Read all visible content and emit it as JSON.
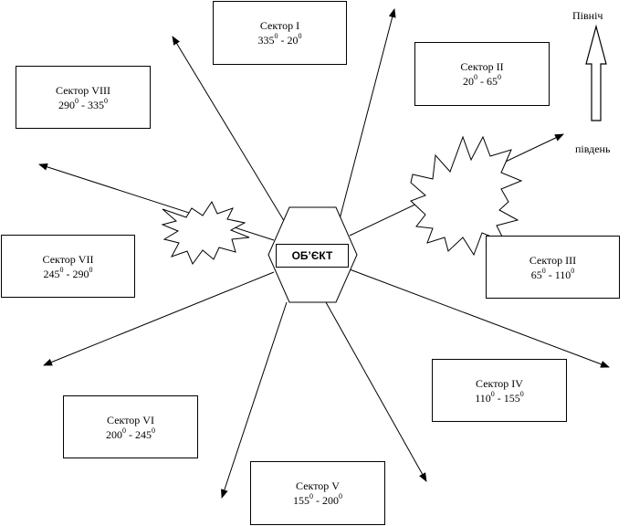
{
  "labels": {
    "north": "Північ",
    "south": "південь",
    "object": "ОБ’ЄКТ"
  },
  "sectors": [
    {
      "id": "1",
      "name": "Сектор I",
      "from": "335",
      "to": "20",
      "deg": "0"
    },
    {
      "id": "2",
      "name": "Сектор II",
      "from": "20",
      "to": "65",
      "deg": "0"
    },
    {
      "id": "3",
      "name": "Сектор III",
      "from": "65",
      "to": "110",
      "deg": "0"
    },
    {
      "id": "4",
      "name": "Сектор IV",
      "from": "110",
      "to": "155",
      "deg": "0"
    },
    {
      "id": "5",
      "name": "Сектор V",
      "from": "155",
      "to": "200",
      "deg": "0"
    },
    {
      "id": "6",
      "name": "Сектор VI",
      "from": "200",
      "to": "245",
      "deg": "0"
    },
    {
      "id": "7",
      "name": "Сектор VII",
      "from": "245",
      "to": "290",
      "deg": "0"
    },
    {
      "id": "8",
      "name": "Сектор VIII",
      "from": "290",
      "to": "335",
      "deg": "0"
    }
  ],
  "colors": {
    "stroke": "#000000",
    "background": "#ffffff"
  }
}
